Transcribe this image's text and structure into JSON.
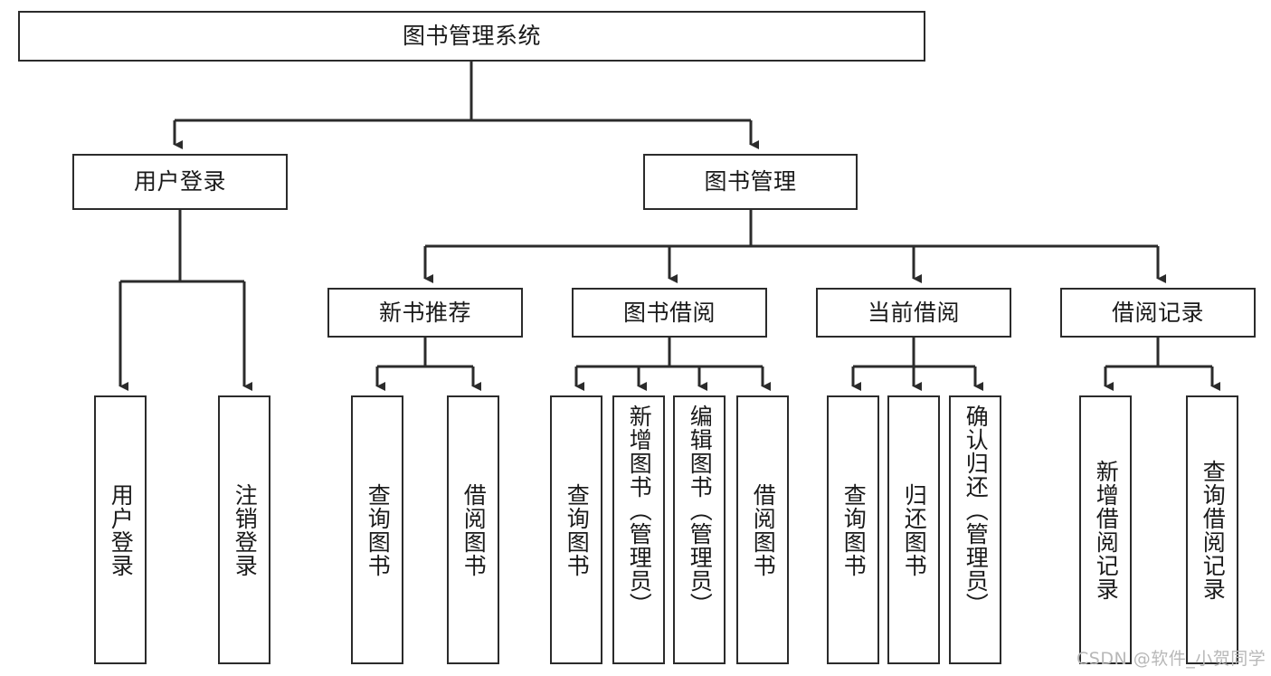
{
  "diagram": {
    "type": "tree",
    "title_node": {
      "label": "图书管理系统"
    },
    "level2": [
      {
        "id": "user-login",
        "label": "用户登录"
      },
      {
        "id": "book-management",
        "label": "图书管理"
      }
    ],
    "level3": [
      {
        "id": "new-book-recommend",
        "label": "新书推荐"
      },
      {
        "id": "book-borrow",
        "label": "图书借阅"
      },
      {
        "id": "current-borrow",
        "label": "当前借阅"
      },
      {
        "id": "borrow-record",
        "label": "借阅记录"
      }
    ],
    "leaves": [
      {
        "id": "leaf-user-login",
        "label": "用户登录",
        "parent": "user-login"
      },
      {
        "id": "leaf-logout-login",
        "label": "注销登录",
        "parent": "user-login"
      },
      {
        "id": "leaf-query-book-1",
        "label": "查询图书",
        "parent": "new-book-recommend"
      },
      {
        "id": "leaf-borrow-book-1",
        "label": "借阅图书",
        "parent": "new-book-recommend"
      },
      {
        "id": "leaf-query-book-2",
        "label": "查询图书",
        "parent": "book-borrow"
      },
      {
        "id": "leaf-add-book",
        "label": "新增图书（管理员）",
        "parent": "book-borrow"
      },
      {
        "id": "leaf-edit-book",
        "label": "编辑图书（管理员）",
        "parent": "book-borrow"
      },
      {
        "id": "leaf-borrow-book-2",
        "label": "借阅图书",
        "parent": "book-borrow"
      },
      {
        "id": "leaf-query-book-3",
        "label": "查询图书",
        "parent": "current-borrow"
      },
      {
        "id": "leaf-return-book",
        "label": "归还图书",
        "parent": "current-borrow"
      },
      {
        "id": "leaf-confirm-return",
        "label": "确认归还（管理员）",
        "parent": "current-borrow"
      },
      {
        "id": "leaf-add-record",
        "label": "新增借阅记录",
        "parent": "borrow-record"
      },
      {
        "id": "leaf-query-record",
        "label": "查询借阅记录",
        "parent": "borrow-record"
      }
    ],
    "colors": {
      "stroke": "#2b2b2b",
      "fill": "#ffffff",
      "text": "#1a1a1a",
      "watermark": "#b8b8b8"
    }
  },
  "watermark": {
    "text": "CSDN @软件_小贺同学"
  }
}
